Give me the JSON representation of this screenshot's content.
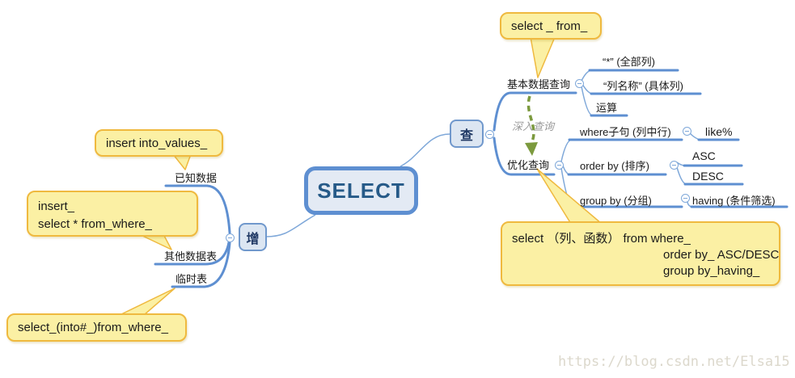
{
  "root": {
    "label": "SELECT"
  },
  "left_branch": {
    "node_label": "增",
    "topics": {
      "known_data": "已知数据",
      "other_table": "其他数据表",
      "temp_table": "临时表"
    },
    "callouts": {
      "insert_values": "insert into_values_",
      "insert_select_line1": "insert_",
      "insert_select_line2": "select * from_where_",
      "select_into": "select_(into#_)from_where_"
    }
  },
  "right_branch": {
    "node_label": "查",
    "relationship_label": "深入查询",
    "basic": {
      "label": "基本数据查询",
      "all_cols": "“*”  (全部列)",
      "named_cols": "“列名称”  (具体列)",
      "operation": "运算"
    },
    "optimized": {
      "label": "优化查询",
      "where_clause": "where子句 (列中行)",
      "like": "like%",
      "order_by": "order by  (排序)",
      "asc": "ASC",
      "desc": "DESC",
      "group_by": "group by (分组)",
      "having": "having (条件筛选)"
    },
    "callouts": {
      "select_from": "select _ from_",
      "big_line1": "select （列、函数） from where_",
      "big_line2": "order by_ ASC/DESC",
      "big_line3": "group by_having_"
    }
  },
  "watermark": "https://blog.csdn.net/Elsa15",
  "colors": {
    "branch_blue": "#7fa8d9",
    "underline_blue": "#5e8fd1",
    "node_fill": "#dce6f2",
    "node_border": "#7098cc",
    "root_border": "#5e8fd1",
    "callout_fill": "#fbf0a4",
    "callout_border": "#efb93f",
    "arrow_green": "#7c9a3e",
    "watermark_gray": "#dcd8cc"
  }
}
